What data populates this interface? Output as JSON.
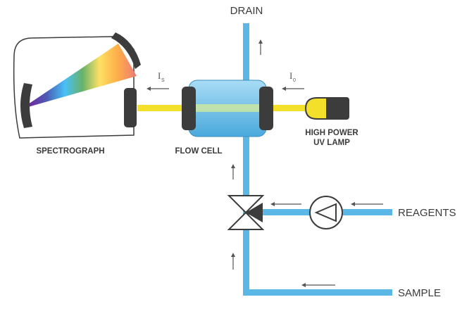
{
  "labels": {
    "drain": "DRAIN",
    "reagents": "REAGENTS",
    "sample": "SAMPLE",
    "spectrograph": "SPECTROGRAPH",
    "flow_cell": "FLOW CELL",
    "lamp_line1": "HIGH POWER",
    "lamp_line2": "UV LAMP",
    "intensity_s": "I",
    "intensity_s_sub": "S",
    "intensity_0": "I",
    "intensity_0_sub": "0"
  },
  "colors": {
    "tube": "#5ab7e6",
    "beam": "#f2e02a",
    "flow_cell": "#7fc8ee",
    "dark": "#3c3c3c",
    "arrow": "#555555"
  },
  "icons": {
    "valve": "three-way-valve-icon",
    "pump": "pump-icon",
    "lamp": "uv-lamp-icon"
  }
}
